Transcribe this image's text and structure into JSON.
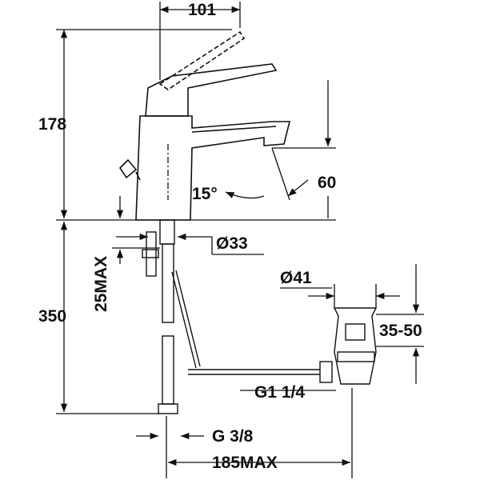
{
  "dimensions": {
    "width_top": "101",
    "height_faucet": "178",
    "angle": "15°",
    "spout_height": "60",
    "hole_diameter": "Ø33",
    "max_thickness": "25MAX",
    "below_height": "350",
    "waste_diameter": "Ø41",
    "waste_range": "35-50",
    "waste_thread": "G1 1/4",
    "supply_thread": "G 3/8",
    "reach_max": "185MAX"
  },
  "colors": {
    "line": "#111111",
    "background": "#ffffff"
  }
}
